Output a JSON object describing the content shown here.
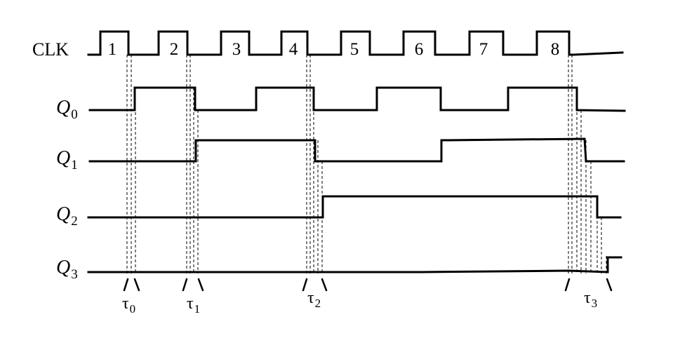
{
  "signals": [
    {
      "label": "CLK",
      "sub": ""
    },
    {
      "label": "Q",
      "sub": "0"
    },
    {
      "label": "Q",
      "sub": "1"
    },
    {
      "label": "Q",
      "sub": "2"
    },
    {
      "label": "Q",
      "sub": "3"
    }
  ],
  "clock_pulses": [
    "1",
    "2",
    "3",
    "4",
    "5",
    "6",
    "7",
    "8"
  ],
  "delays": [
    {
      "symbol": "τ",
      "sub": "0"
    },
    {
      "symbol": "τ",
      "sub": "1"
    },
    {
      "symbol": "τ",
      "sub": "2"
    },
    {
      "symbol": "τ",
      "sub": "3"
    }
  ]
}
